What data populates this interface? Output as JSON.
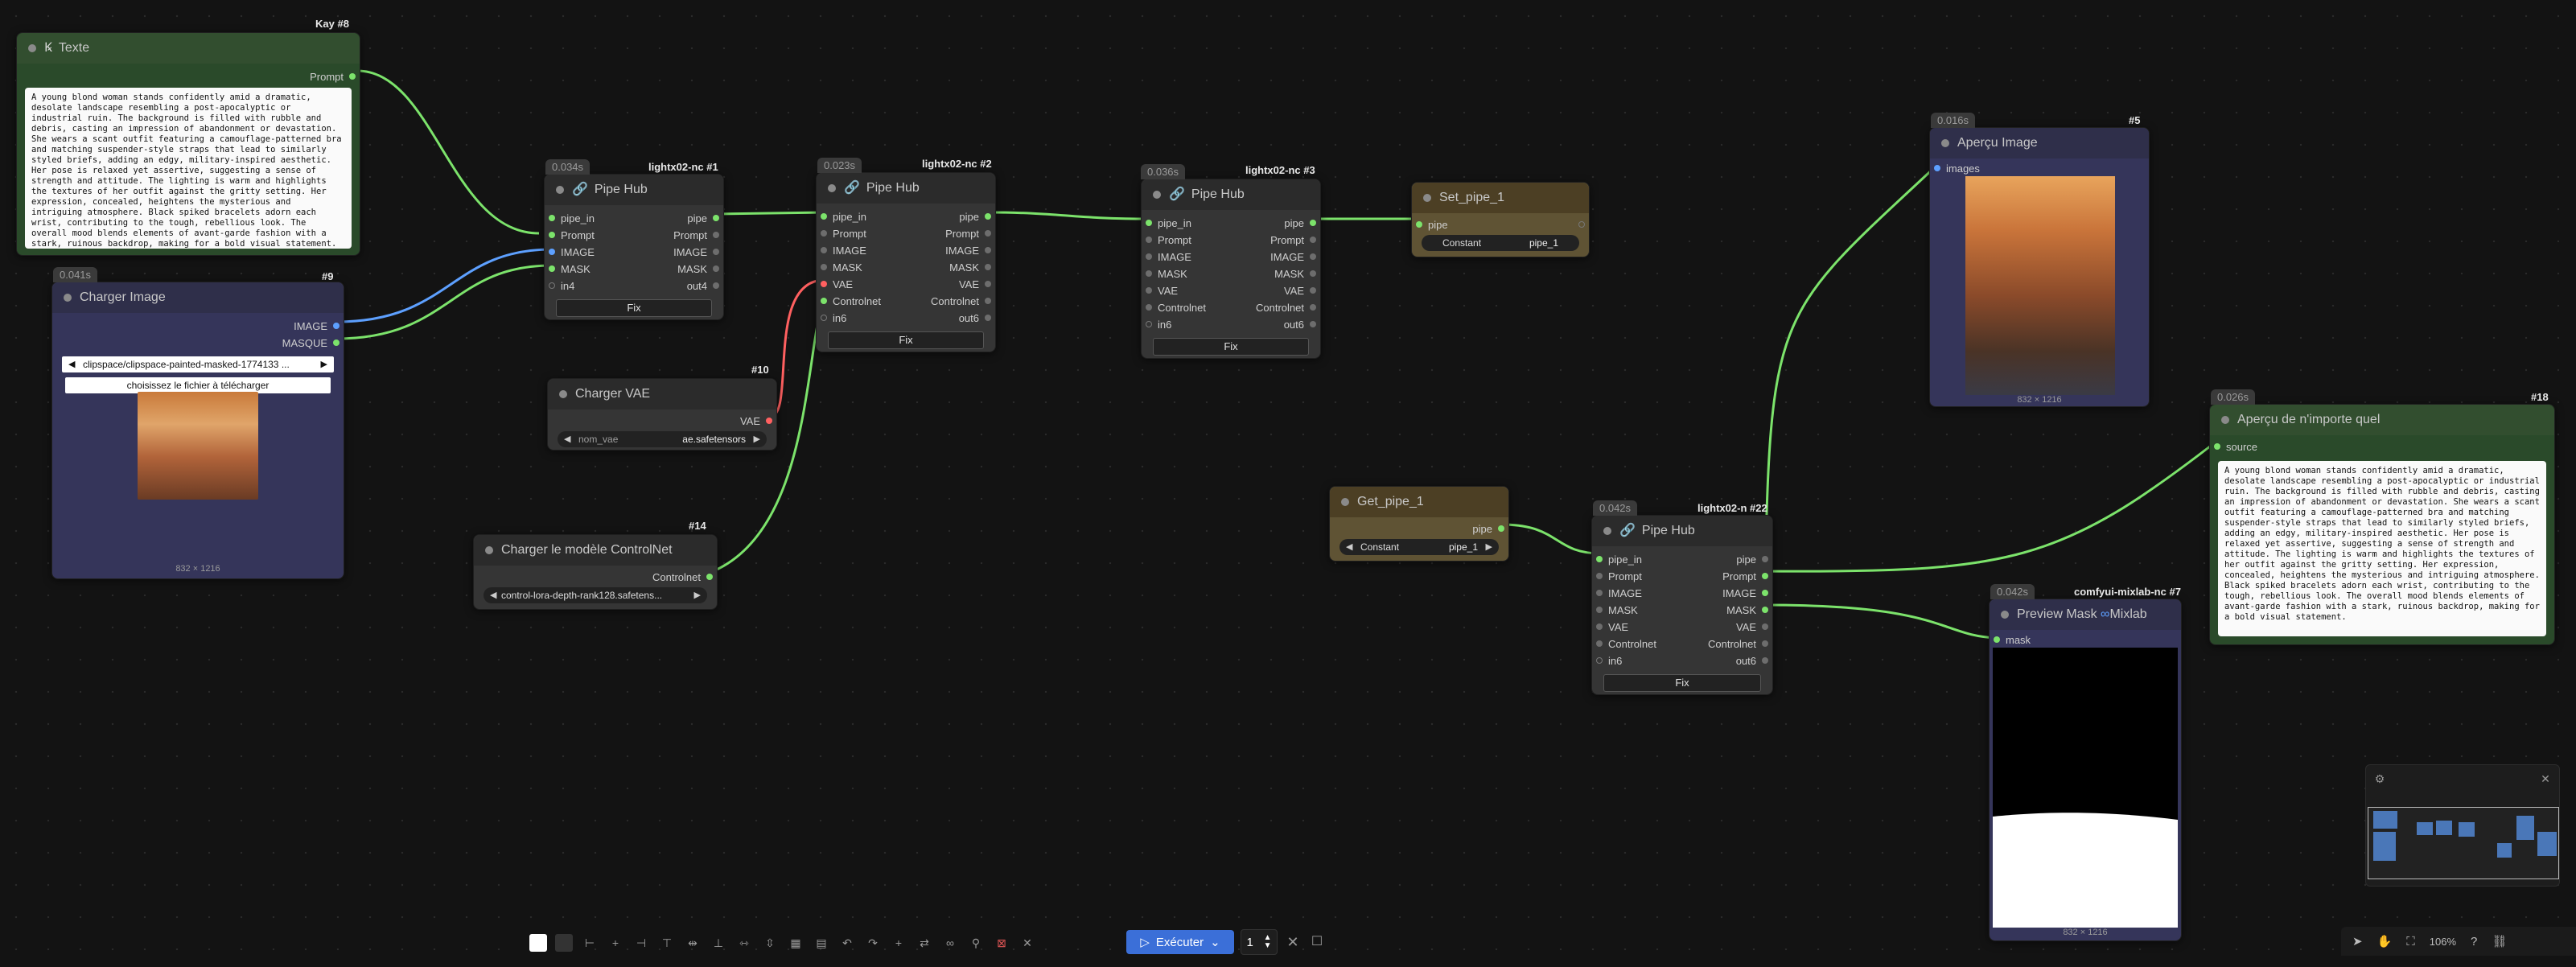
{
  "nodes": {
    "texte": {
      "badge": "Kay  #8",
      "title": "Texte",
      "output": "Prompt",
      "text": "A young blond woman stands confidently amid a dramatic, desolate landscape resembling a post-apocalyptic or industrial ruin. The background is filled with rubble and debris, casting an impression of abandonment or devastation. She wears a scant outfit featuring a camouflage-patterned bra and matching suspender-style straps that lead to similarly styled briefs, adding an edgy, military-inspired aesthetic. Her pose is relaxed yet assertive, suggesting a sense of strength and attitude. The lighting is warm and highlights the textures of her outfit against the gritty setting. Her expression, concealed, heightens the mysterious and intriguing atmosphere. Black spiked bracelets adorn each wrist, contributing to the tough, rebellious look. The overall mood blends elements of avant-garde fashion with a stark, ruinous backdrop, making for a bold visual statement."
    },
    "charger_image": {
      "timer": "0.041s",
      "badge": "#9",
      "title": "Charger Image",
      "outputs": [
        "IMAGE",
        "MASQUE"
      ],
      "file": "clipspace/clipspace-painted-masked-1774133 ...",
      "upload_label": "choisissez le fichier à télécharger",
      "caption": "832 × 1216"
    },
    "pipe1": {
      "timer": "0.034s",
      "badge": "lightx02-nc  #1",
      "title": "Pipe Hub",
      "rows": [
        {
          "in": "pipe_in",
          "out": "pipe"
        },
        {
          "in": "Prompt",
          "out": "Prompt"
        },
        {
          "in": "IMAGE",
          "out": "IMAGE"
        },
        {
          "in": "MASK",
          "out": "MASK"
        },
        {
          "in": "in4",
          "out": "out4"
        }
      ],
      "button": "Fix"
    },
    "pipe2": {
      "timer": "0.023s",
      "badge": "lightx02-nc  #2",
      "title": "Pipe Hub",
      "rows": [
        {
          "in": "pipe_in",
          "out": "pipe"
        },
        {
          "in": "Prompt",
          "out": "Prompt"
        },
        {
          "in": "IMAGE",
          "out": "IMAGE"
        },
        {
          "in": "MASK",
          "out": "MASK"
        },
        {
          "in": "VAE",
          "out": "VAE"
        },
        {
          "in": "Controlnet",
          "out": "Controlnet"
        },
        {
          "in": "in6",
          "out": "out6"
        }
      ],
      "button": "Fix"
    },
    "pipe3": {
      "timer": "0.036s",
      "badge": "lightx02-nc  #3",
      "title": "Pipe Hub",
      "rows": [
        {
          "in": "pipe_in",
          "out": "pipe"
        },
        {
          "in": "Prompt",
          "out": "Prompt"
        },
        {
          "in": "IMAGE",
          "out": "IMAGE"
        },
        {
          "in": "MASK",
          "out": "MASK"
        },
        {
          "in": "VAE",
          "out": "VAE"
        },
        {
          "in": "Controlnet",
          "out": "Controlnet"
        },
        {
          "in": "in6",
          "out": "out6"
        }
      ],
      "button": "Fix"
    },
    "pipe22": {
      "timer": "0.042s",
      "badge": "lightx02-n  #22",
      "title": "Pipe Hub",
      "rows": [
        {
          "in": "pipe_in",
          "out": "pipe"
        },
        {
          "in": "Prompt",
          "out": "Prompt"
        },
        {
          "in": "IMAGE",
          "out": "IMAGE"
        },
        {
          "in": "MASK",
          "out": "MASK"
        },
        {
          "in": "VAE",
          "out": "VAE"
        },
        {
          "in": "Controlnet",
          "out": "Controlnet"
        },
        {
          "in": "in6",
          "out": "out6"
        }
      ],
      "button": "Fix"
    },
    "vae": {
      "badge": "#10",
      "title": "Charger VAE",
      "output": "VAE",
      "combo_name": "nom_vae",
      "combo_value": "ae.safetensors"
    },
    "controlnet": {
      "badge": "#14",
      "title": "Charger le modèle ControlNet",
      "output": "Controlnet",
      "combo_value": "control-lora-depth-rank128.safetens..."
    },
    "set_pipe": {
      "title": "Set_pipe_1",
      "input": "pipe",
      "combo_name": "Constant",
      "combo_value": "pipe_1"
    },
    "get_pipe": {
      "title": "Get_pipe_1",
      "output": "pipe",
      "combo_name": "Constant",
      "combo_value": "pipe_1"
    },
    "apercu_image": {
      "timer": "0.016s",
      "badge": "#5",
      "title": "Aperçu Image",
      "input": "images",
      "caption": "832 × 1216"
    },
    "apercu_quel": {
      "timer": "0.026s",
      "badge": "#18",
      "title": "Aperçu de n'importe quel",
      "input": "source",
      "text": "A young blond woman stands confidently amid a dramatic, desolate landscape resembling a post-apocalyptic or industrial ruin. The background is filled with rubble and debris, casting an impression of abandonment or devastation. She wears a scant outfit featuring a camouflage-patterned bra and matching suspender-style straps that lead to similarly styled briefs, adding an edgy, military-inspired aesthetic. Her pose is relaxed yet assertive, suggesting a sense of strength and attitude. The lighting is warm and highlights the textures of her outfit against the gritty setting. Her expression, concealed, heightens the mysterious and intriguing atmosphere. Black spiked bracelets adorn each wrist, contributing to the tough, rebellious look. The overall mood blends elements of avant-garde fashion with a stark, ruinous backdrop, making for a bold visual statement."
    },
    "preview_mask": {
      "timer": "0.042s",
      "badge": "comfyui-mixlab-nc  #7",
      "title": "Preview Mask",
      "title_suffix": "Mixlab",
      "input": "mask",
      "caption": "832 × 1216"
    }
  },
  "run": {
    "label": "Exécuter",
    "count": "1"
  },
  "zoom": "106%",
  "colors": {
    "wire_pipe": "#7ce36b",
    "wire_image": "#5da0ff",
    "wire_vae": "#ff6060",
    "run_button": "#3b6fd8"
  }
}
